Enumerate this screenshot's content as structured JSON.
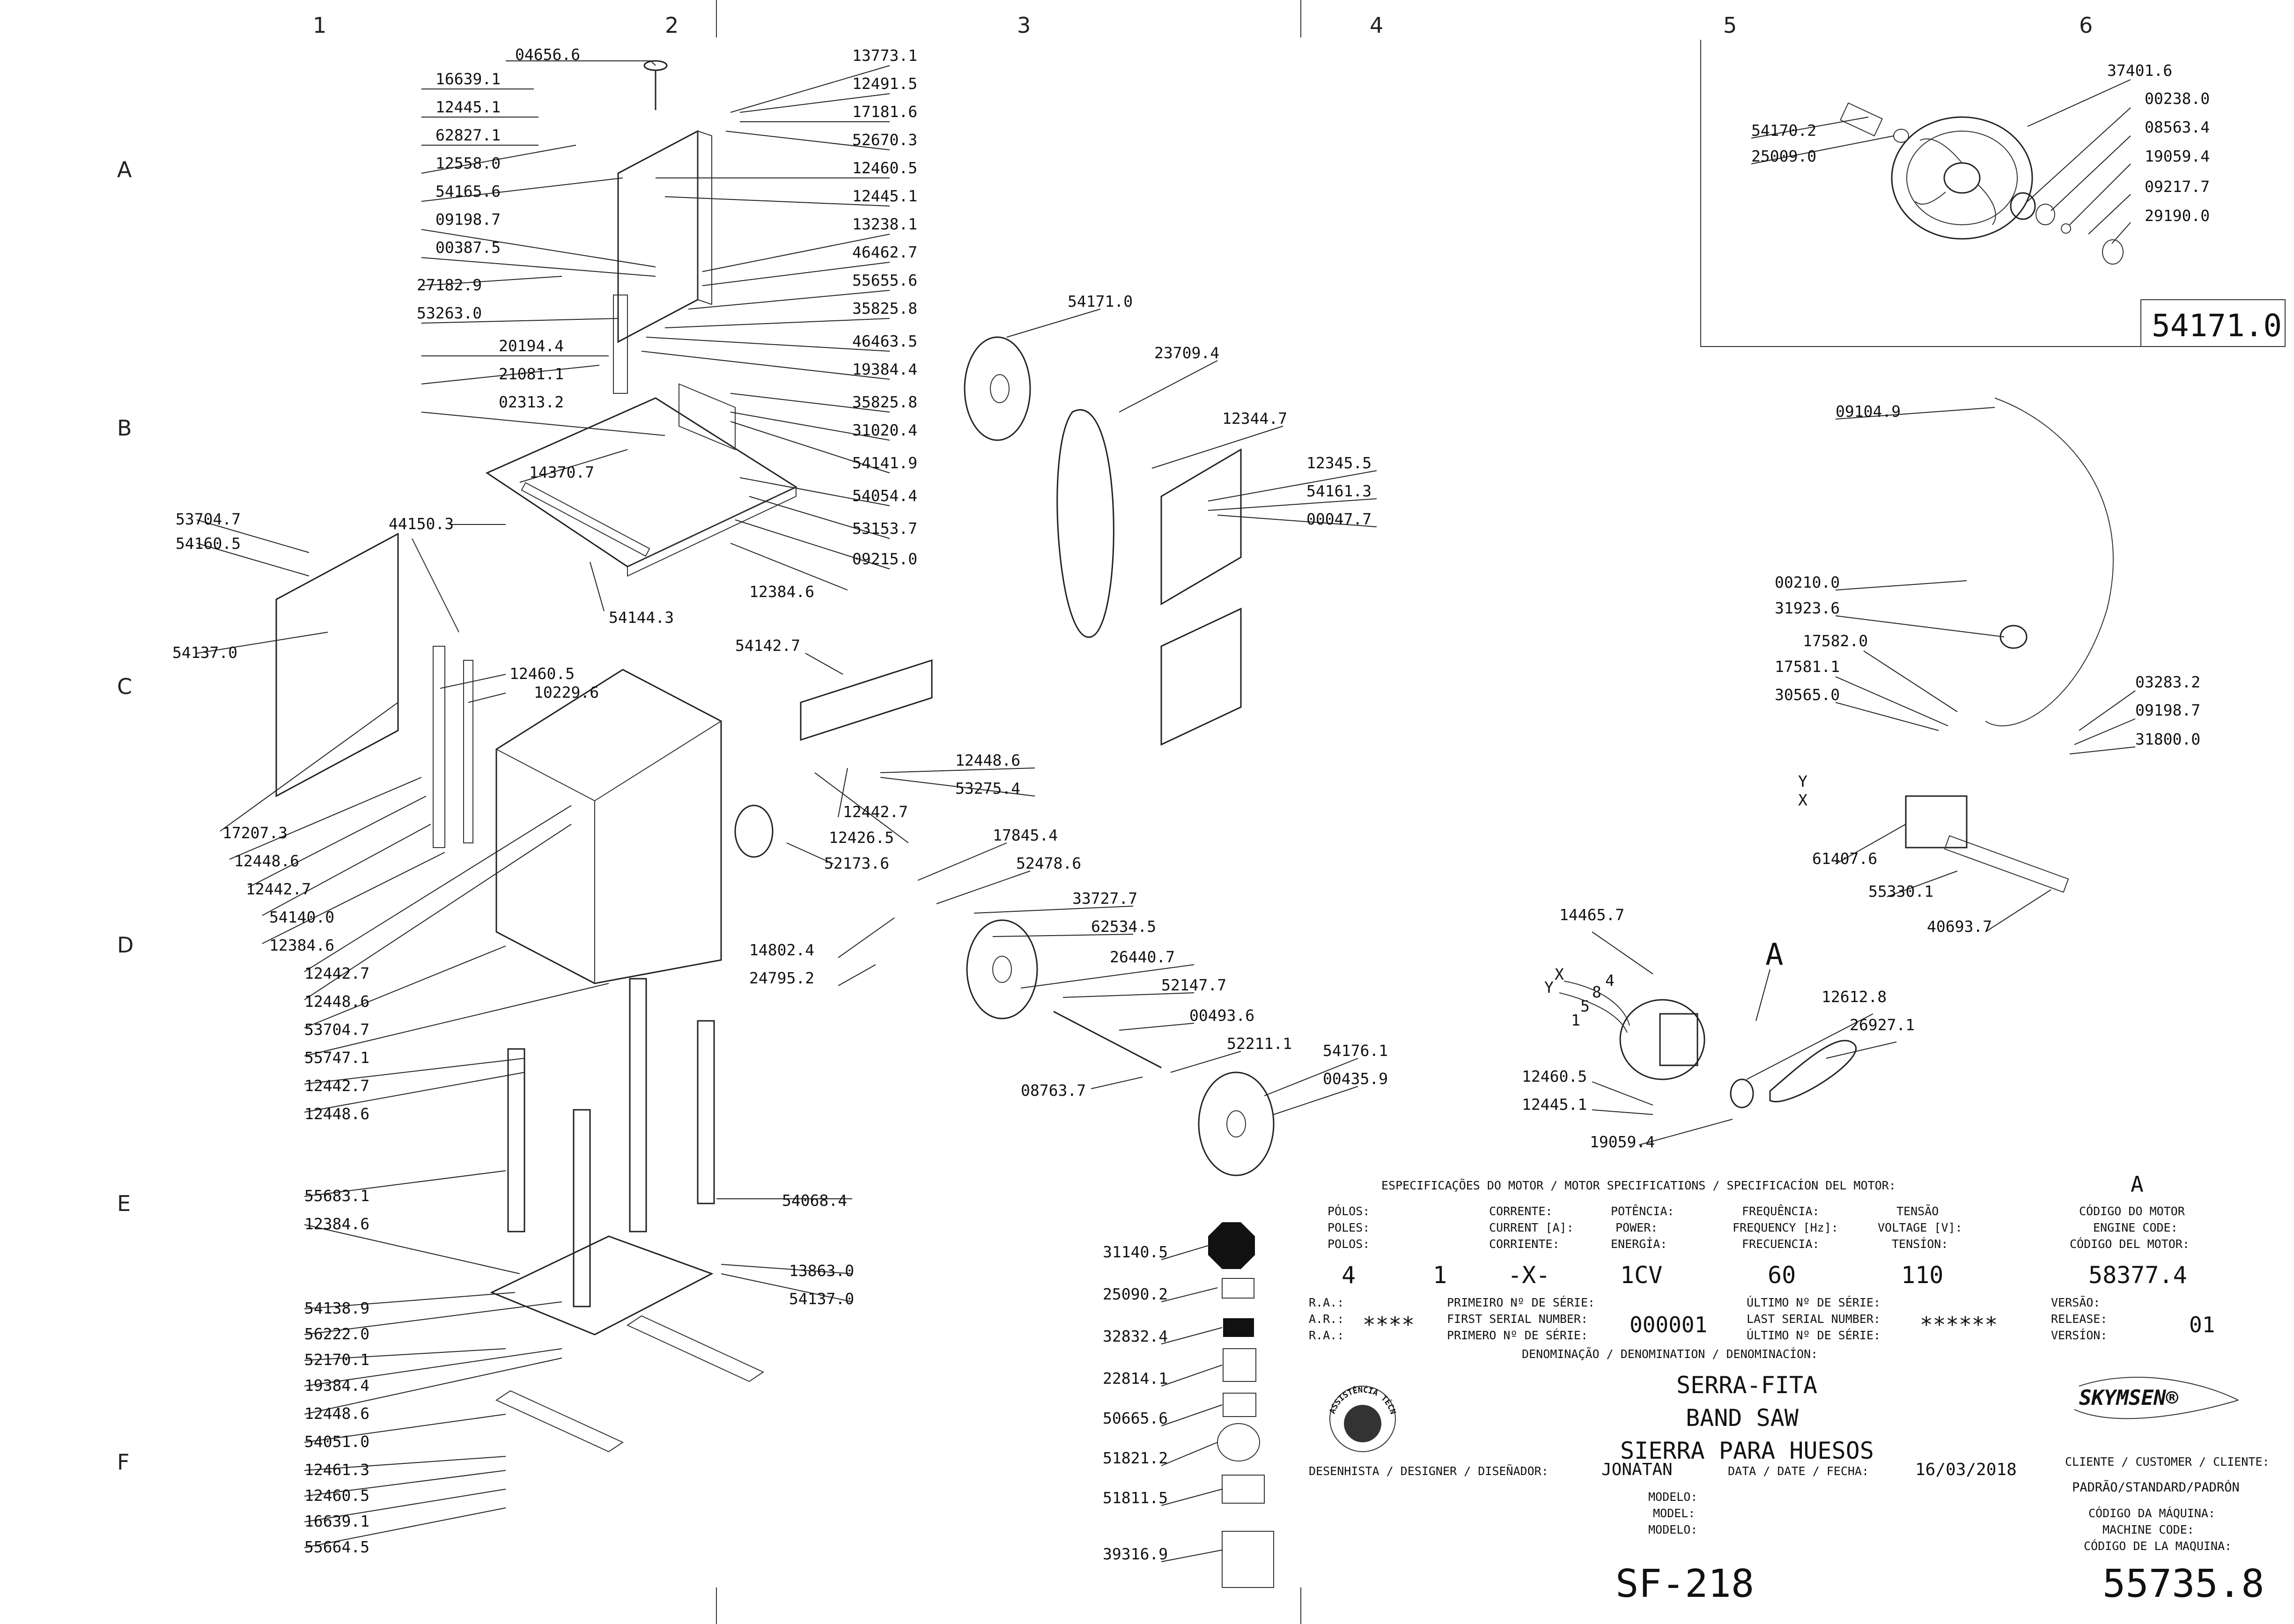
{
  "grid": {
    "columns": [
      "1",
      "2",
      "3",
      "4",
      "5",
      "6"
    ],
    "rows": [
      "A",
      "B",
      "C",
      "D",
      "E",
      "F"
    ]
  },
  "inset": {
    "title": "54171.0"
  },
  "detail_letter": "A",
  "parts": [
    "04656.6",
    "16639.1",
    "12445.1",
    "62827.1",
    "12558.0",
    "54165.6",
    "09198.7",
    "00387.5",
    "27182.9",
    "53263.0",
    "20194.4",
    "21081.1",
    "02313.2",
    "14370.7",
    "13773.1",
    "12491.5",
    "17181.6",
    "52670.3",
    "12460.5",
    "12445.1",
    "13238.1",
    "46462.7",
    "55655.6",
    "35825.8",
    "46463.5",
    "19384.4",
    "35825.8",
    "31020.4",
    "54141.9",
    "54054.4",
    "53153.7",
    "09215.0",
    "12384.6",
    "54144.3",
    "44150.3",
    "53704.7",
    "54160.5",
    "54137.0",
    "12460.5",
    "10229.6",
    "17207.3",
    "12448.6",
    "12442.7",
    "54140.0",
    "12384.6",
    "12442.7",
    "12448.6",
    "53704.7",
    "55747.1",
    "12442.7",
    "12448.6",
    "55683.1",
    "12384.6",
    "54138.9",
    "56222.0",
    "52170.1",
    "19384.4",
    "12448.6",
    "54051.0",
    "12461.3",
    "12460.5",
    "16639.1",
    "55664.5",
    "54068.4",
    "13863.0",
    "54137.0",
    "54171.0",
    "23709.4",
    "12344.7",
    "12345.5",
    "54161.3",
    "00047.7",
    "54142.7",
    "12448.6",
    "53275.4",
    "12442.7",
    "12426.5",
    "52173.6",
    "17845.4",
    "52478.6",
    "14802.4",
    "24795.2",
    "33727.7",
    "62534.5",
    "26440.7",
    "52147.7",
    "00493.6",
    "52211.1",
    "08763.7",
    "54176.1",
    "00435.9",
    "31140.5",
    "25090.2",
    "32832.4",
    "22814.1",
    "50665.6",
    "51821.2",
    "51811.5",
    "39316.9",
    "54170.2",
    "25009.0",
    "37401.6",
    "00238.0",
    "08563.4",
    "19059.4",
    "09217.7",
    "29190.0",
    "09104.9",
    "00210.0",
    "31923.6",
    "17582.0",
    "17581.1",
    "30565.0",
    "03283.2",
    "09198.7",
    "31800.0",
    "61407.6",
    "55330.1",
    "40693.7",
    "14465.7",
    "12612.8",
    "26927.1",
    "12460.5",
    "12445.1",
    "19059.4"
  ],
  "wire_terminals": [
    "X",
    "Y",
    "4",
    "8",
    "5",
    "1"
  ],
  "terminal_labels": [
    "Y",
    "X"
  ],
  "spec": {
    "heading": "ESPECIFICAÇÕES DO MOTOR / MOTOR SPECIFICATIONS / SPECIFICACÍON DEL MOTOR:",
    "motor_letter": "A",
    "poles_label": [
      "PÓLOS:",
      "POLES:",
      "POLOS:"
    ],
    "current_label": [
      "CORRENTE:",
      "CURRENT [A]:",
      "CORRIENTE:"
    ],
    "power_label": [
      "POTÊNCIA:",
      "POWER:",
      "ENERGÍA:"
    ],
    "freq_label": [
      "FREQUÊNCIA:",
      "FREQUENCY [Hz]:",
      "FRECUENCIA:"
    ],
    "voltage_label": [
      "TENSÃO",
      "VOLTAGE [V]:",
      "TENSÍON:"
    ],
    "engine_code_label": [
      "CÓDIGO DO MOTOR",
      "ENGINE CODE:",
      "CÓDIGO DEL MOTOR:"
    ],
    "poles": "4",
    "poles_b": "1",
    "current": "-X-",
    "power": "1CV",
    "frequency": "60",
    "voltage": "110",
    "engine_code": "58377.4"
  },
  "titleblock": {
    "ra_label": [
      "R.A.:",
      "A.R.:",
      "R.A.:"
    ],
    "ra_value": "****",
    "first_serial_label": [
      "PRIMEIRO Nº DE SÉRIE:",
      "FIRST SERIAL NUMBER:",
      "PRIMERO Nº DE SÉRIE:"
    ],
    "first_serial": "000001",
    "last_serial_label": [
      "ÚLTIMO Nº DE SÉRIE:",
      "LAST SERIAL NUMBER:",
      "ÚLTIMO Nº DE SÉRIE:"
    ],
    "last_serial": "******",
    "version_label": [
      "VERSÃO:",
      "RELEASE:",
      "VERSÍON:"
    ],
    "version": "01",
    "denomination_label": "DENOMINAÇÃO / DENOMINATION / DENOMINACÍON:",
    "denomination": [
      "SERRA-FITA",
      "BAND SAW",
      "SIERRA PARA HUESOS"
    ],
    "designer_label": "DESENHISTA / DESIGNER / DISEÑADOR:",
    "designer": "JONATAN",
    "date_label": "DATA / DATE / FECHA:",
    "date": "16/03/2018",
    "model_label": [
      "MODELO:",
      "MODEL:",
      "MODELO:"
    ],
    "model": "SF-218",
    "customer_label": "CLIENTE / CUSTOMER / CLIENTE:",
    "customer": "PADRÃO/STANDARD/PADRÓN",
    "machine_code_label": [
      "CÓDIGO DA MÁQUINA:",
      "MACHINE CODE:",
      "CÓDIGO DE LA MAQUINA:"
    ],
    "machine_code": "55735.8",
    "brand": "SKYMSEN®",
    "seal_text": "ASSISTÊNCIA TÉCNICA AUTORIZADA"
  }
}
